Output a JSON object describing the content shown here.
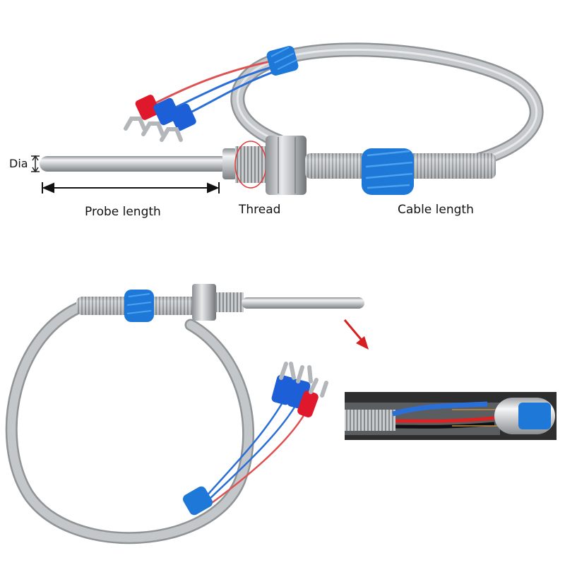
{
  "labels": {
    "dia": "Dia",
    "probe_length": "Probe length",
    "thread": "Thread",
    "cable_length": "Cable length"
  },
  "colors": {
    "steel": "#b9bcbf",
    "braid": "#a9adb0",
    "tape_blue": "#1e78d8",
    "terminal_red": "#e0182c",
    "terminal_blue": "#1c5fd6",
    "wire_red": "#e05050",
    "wire_blue": "#2a6fd8",
    "arrow_red": "#d81e1e",
    "thread_circle": "#e03a3a"
  }
}
